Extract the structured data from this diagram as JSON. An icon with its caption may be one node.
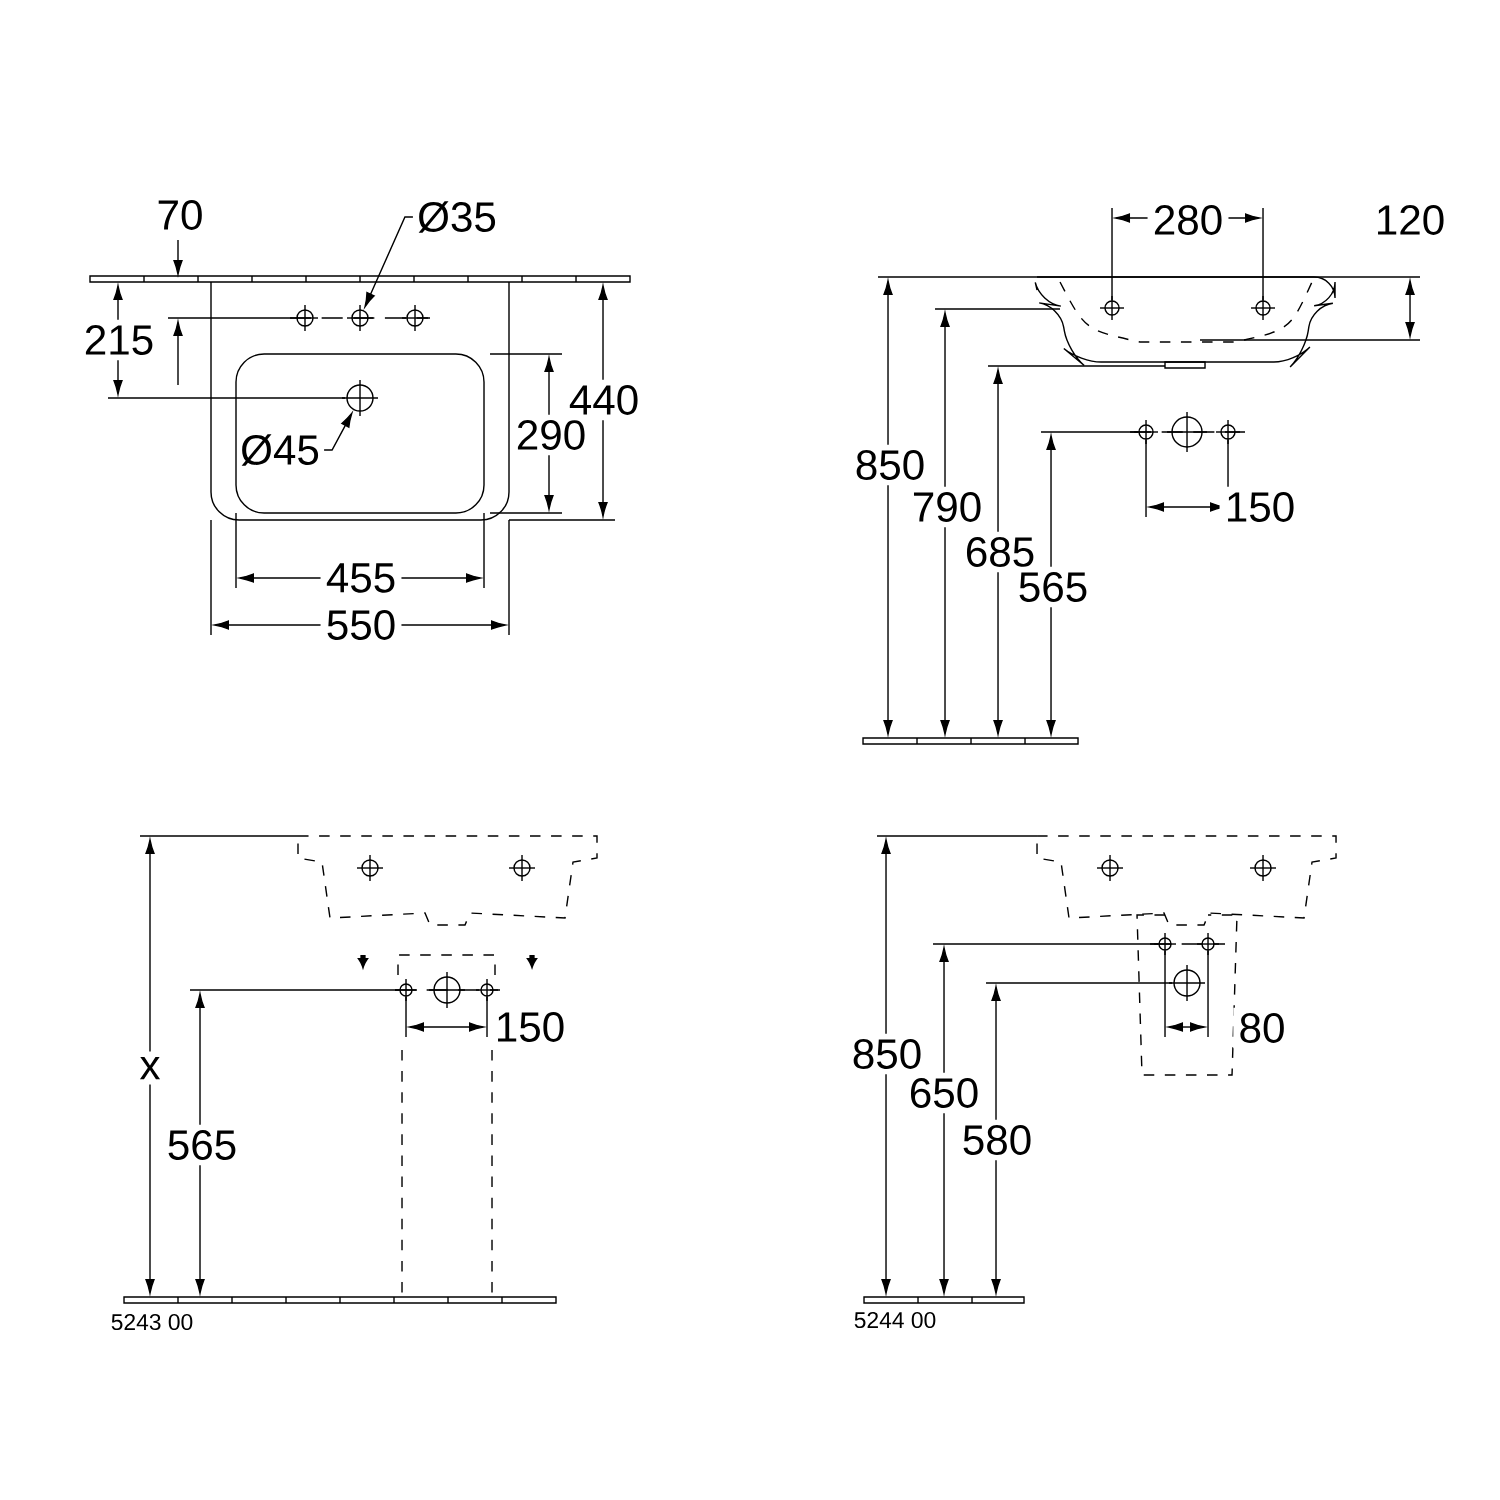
{
  "diagram": {
    "nodes": [
      {
        "text": [
          "Ø35"
        ]
      },
      {
        "text": [],
        "shape": "circle"
      },
      {
        "text": [
          "Ø45"
        ]
      },
      {
        "text": [],
        "shape": "circle"
      }
    ],
    "edges": [
      {
        "from": 0,
        "to": 1,
        "arrow": "to"
      },
      {
        "from": 2,
        "to": 3,
        "arrow": "to"
      }
    ],
    "labels": [
      "70",
      "215",
      "290",
      "440",
      "455",
      "550",
      "280",
      "120",
      "850",
      "790",
      "685",
      "565",
      "150",
      "x",
      "565",
      "150",
      "850",
      "650",
      "580",
      "80",
      "5243 00",
      "5244 00"
    ]
  }
}
